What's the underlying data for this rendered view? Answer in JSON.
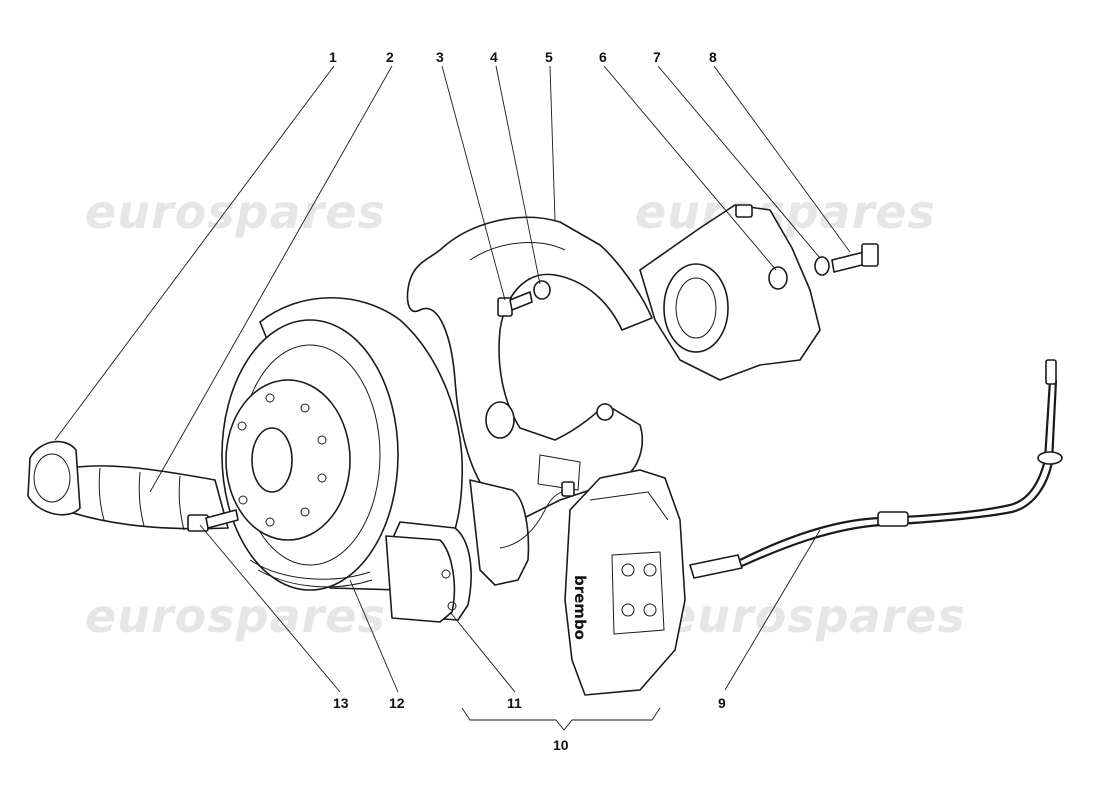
{
  "watermark": {
    "text": "eurospares"
  },
  "caliper": {
    "brand_text": "brembo"
  },
  "callouts": {
    "c1": "1",
    "c2": "2",
    "c3": "3",
    "c4": "4",
    "c5": "5",
    "c6": "6",
    "c7": "7",
    "c8": "8",
    "c9": "9",
    "c10": "10",
    "c11": "11",
    "c12": "12",
    "c13": "13"
  }
}
